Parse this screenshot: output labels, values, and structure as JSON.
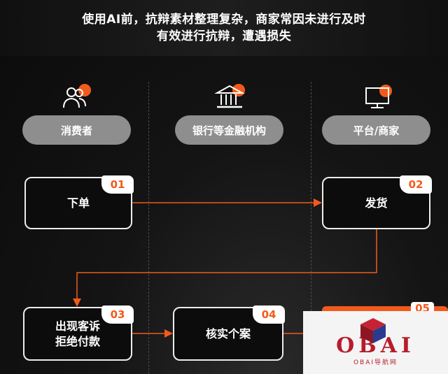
{
  "title": {
    "line1": "使用AI前，抗辩素材整理复杂，商家常因未进行及时",
    "line2": "有效进行抗辩，遭遇损失"
  },
  "actors": [
    {
      "label": "消费者",
      "icon": "users-icon"
    },
    {
      "label": "银行等金融机构",
      "icon": "bank-icon"
    },
    {
      "label": "平台/商家",
      "icon": "monitor-icon"
    }
  ],
  "steps": [
    {
      "num": "01",
      "label": "下单"
    },
    {
      "num": "02",
      "label": "发货"
    },
    {
      "num": "03",
      "label_line1": "出现客诉",
      "label_line2": "拒绝付款"
    },
    {
      "num": "04",
      "label": "核实个案"
    },
    {
      "num": "05"
    }
  ],
  "watermark": {
    "name": "OBAI",
    "sub": "OBAI导航网"
  },
  "colors": {
    "accent": "#f25a1c",
    "pill": "#8e8e8e",
    "background": "#111111"
  }
}
